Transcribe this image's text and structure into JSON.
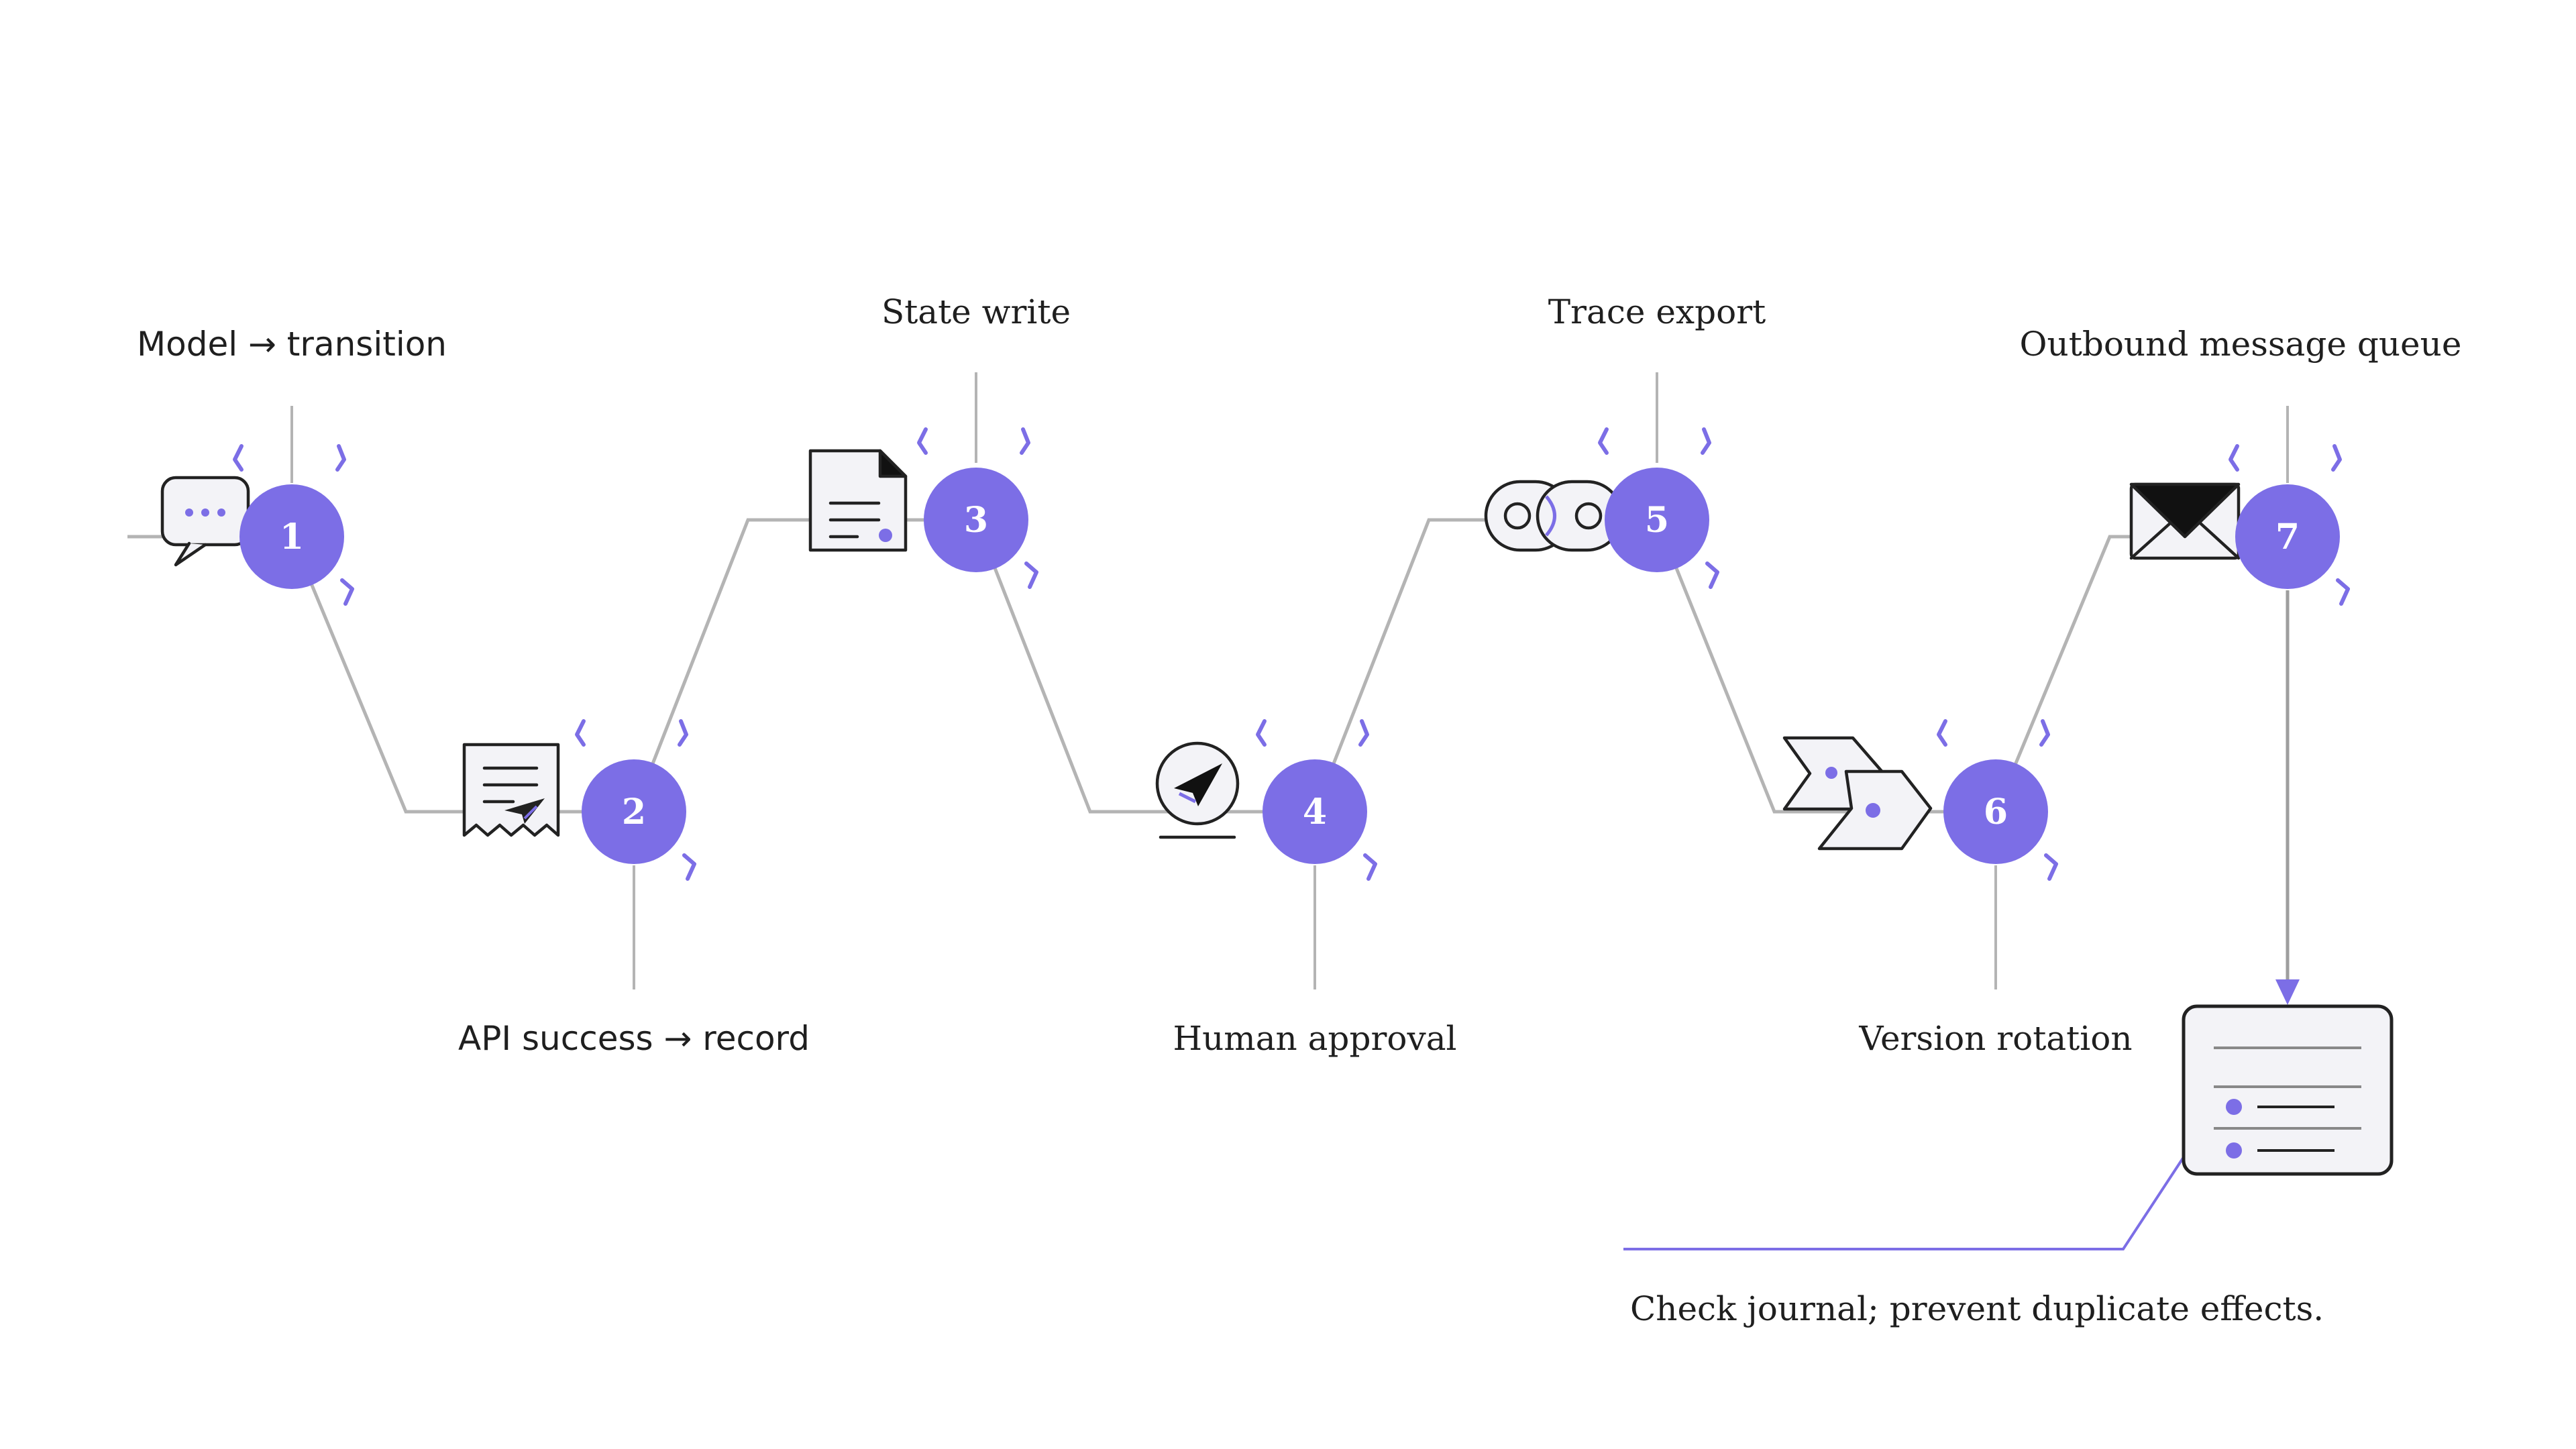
{
  "accent_color": "#7c6ee6",
  "line_color": "#b4b4b4",
  "steps": [
    {
      "number": "1",
      "label": "Model → transition",
      "icon": "chat-bubble-icon"
    },
    {
      "number": "2",
      "label": "API success → record",
      "icon": "receipt-icon"
    },
    {
      "number": "3",
      "label": "State write",
      "icon": "document-icon"
    },
    {
      "number": "4",
      "label": "Human approval",
      "icon": "checkmark-badge-icon"
    },
    {
      "number": "5",
      "label": "Trace export",
      "icon": "chain-link-icon"
    },
    {
      "number": "6",
      "label": "Version rotation",
      "icon": "chevrons-icon"
    },
    {
      "number": "7",
      "label": "Outbound message queue",
      "icon": "envelope-icon"
    }
  ],
  "journal": {
    "icon": "journal-card-icon",
    "caption": "Check journal; prevent duplicate effects."
  }
}
